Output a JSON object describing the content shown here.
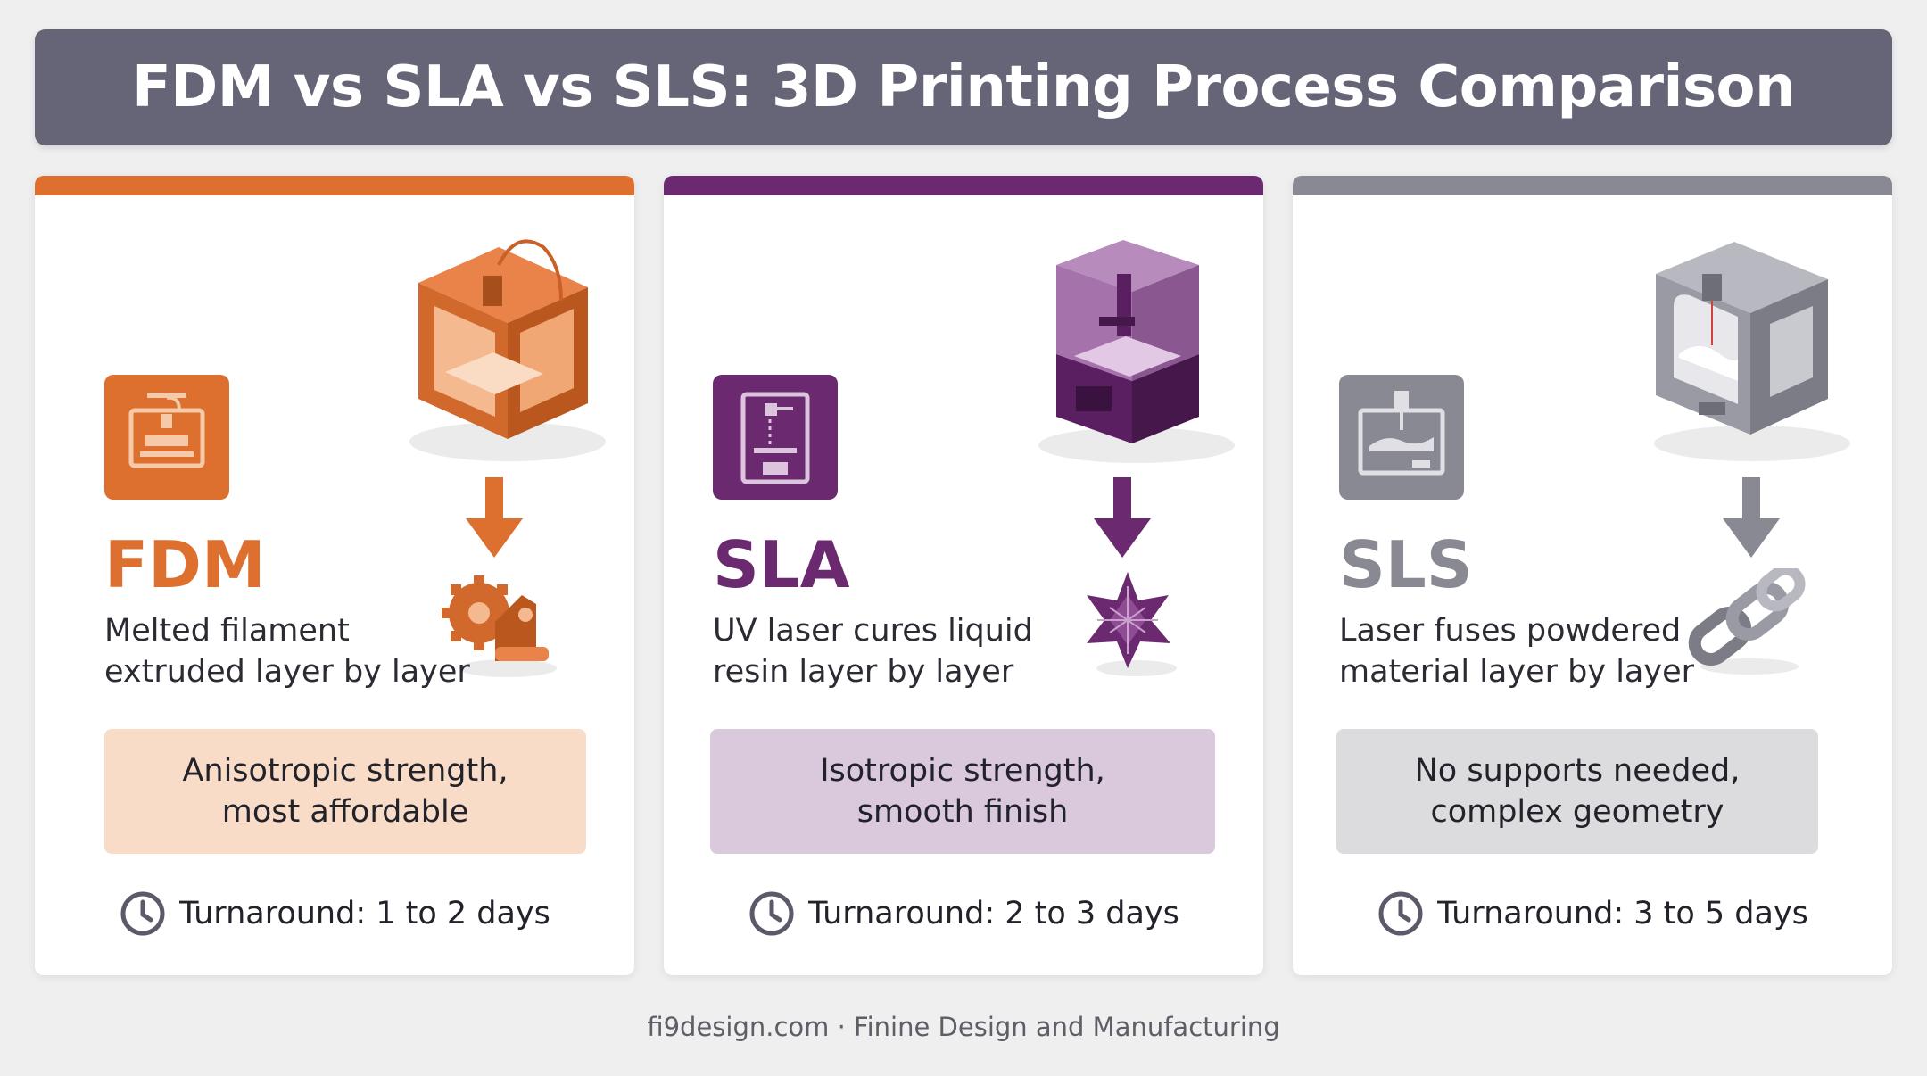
{
  "title": "FDM vs SLA vs SLS: 3D Printing Process Comparison",
  "colors": {
    "fdm": "#dd6f2f",
    "sla": "#6b2a70",
    "sls": "#898994",
    "header": "#656577"
  },
  "cards": [
    {
      "name": "FDM",
      "desc_line1": "Melted filament",
      "desc_line2": "extruded layer by layer",
      "note_line1": "Anisotropic strength,",
      "note_line2": "most affordable",
      "turnaround": "Turnaround: 1 to 2 days",
      "icons": [
        "printer-badge-icon",
        "fdm-printer-icon",
        "down-arrow-icon",
        "gear-bracket-part-icon",
        "clock-icon"
      ]
    },
    {
      "name": "SLA",
      "desc_line1": "UV laser cures liquid",
      "desc_line2": "resin layer by layer",
      "note_line1": "Isotropic strength,",
      "note_line2": "smooth finish",
      "turnaround": "Turnaround: 2 to 3 days",
      "icons": [
        "printer-badge-icon",
        "sla-printer-icon",
        "down-arrow-icon",
        "lattice-star-part-icon",
        "clock-icon"
      ]
    },
    {
      "name": "SLS",
      "desc_line1": "Laser fuses powdered",
      "desc_line2": "material layer by layer",
      "note_line1": "No supports needed,",
      "note_line2": "complex geometry",
      "turnaround": "Turnaround: 3 to 5 days",
      "icons": [
        "printer-badge-icon",
        "sls-printer-icon",
        "down-arrow-icon",
        "chain-link-part-icon",
        "clock-icon"
      ]
    }
  ],
  "footer": "fi9design.com · Finine Design and Manufacturing"
}
